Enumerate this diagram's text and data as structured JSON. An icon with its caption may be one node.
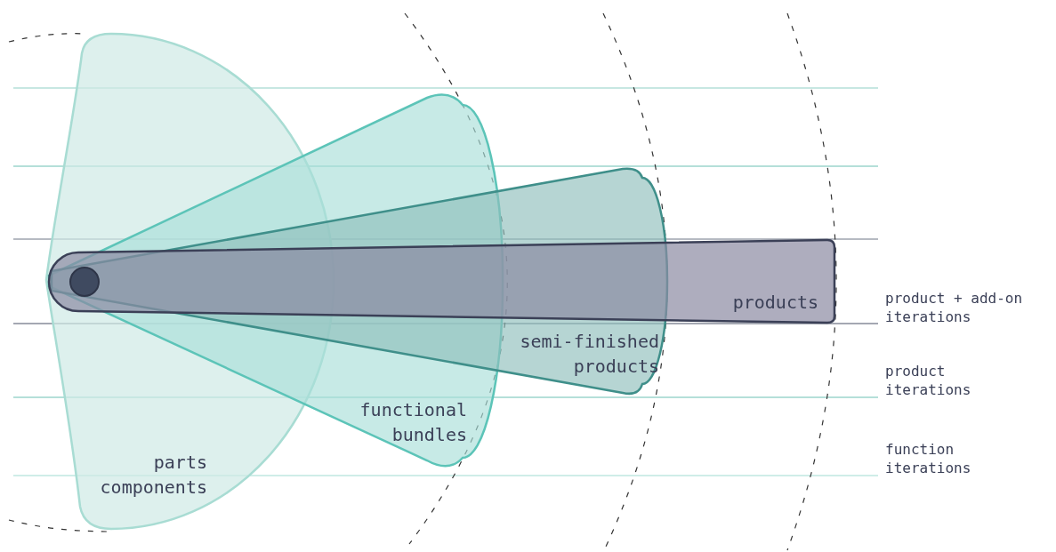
{
  "diagram": {
    "nodes": [
      {
        "text": [
          "parts components"
        ]
      },
      {
        "text": [
          "functional bundles"
        ]
      },
      {
        "text": [
          "semi-finished products"
        ]
      },
      {
        "text": [
          "products"
        ]
      }
    ],
    "labels": [
      "product + add-on iterations",
      "product iterations",
      "function iterations"
    ]
  }
}
